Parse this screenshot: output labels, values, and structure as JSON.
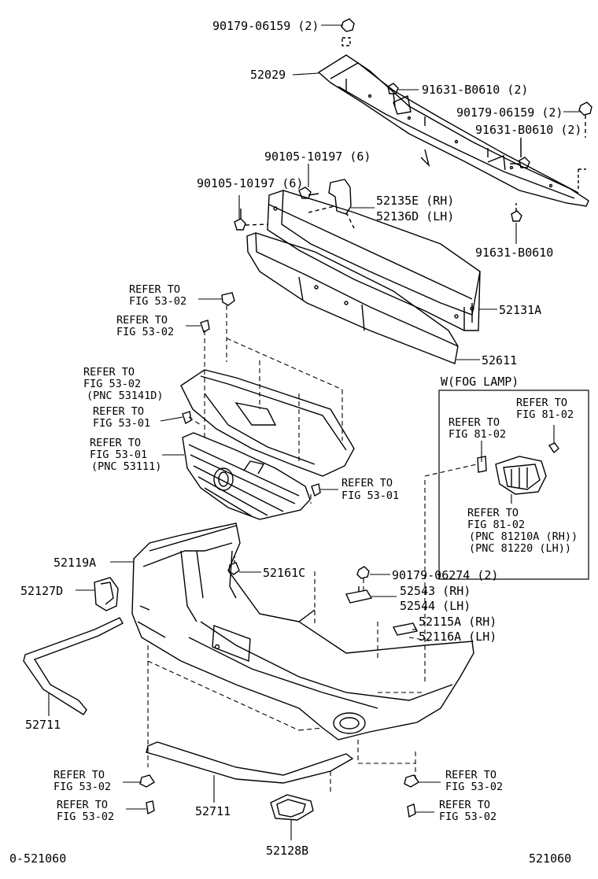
{
  "labels": {
    "nut_90179_06159_top": "90179-06159 (2)",
    "reinforcement_52029": "52029",
    "bolt_91631_b0610_top": "91631-B0610 (2)",
    "nut_90179_06159_right": "90179-06159 (2)",
    "bolt_91631_b0610_mid": "91631-B0610 (2)",
    "bolt_90105_10197_a": "90105-10197 (6)",
    "bolt_90105_10197_b": "90105-10197 (6)",
    "bracket_52135e": "52135E (RH)",
    "bracket_52136d": "52136D (LH)",
    "bolt_91631_b0610_low": "91631-B0610",
    "reinforcement_52131a": "52131A",
    "absorber_52611": "52611",
    "fog_lamp_heading": "W(FOG LAMP)",
    "part_52119a": "52119A",
    "part_52161c": "52161C",
    "part_52127d": "52127D",
    "nut_90179_06274": "90179-06274 (2)",
    "retainer_52543": "52543 (RH)",
    "retainer_52544": "52544 (LH)",
    "support_52115a": "52115A (RH)",
    "support_52116a": "52116A (LH)",
    "moulding_52711_left": "52711",
    "moulding_52711_bottom": "52711",
    "cover_52128b": "52128B",
    "footer_left": "0-521060",
    "footer_right": "521060"
  },
  "refers": {
    "r1": [
      "REFER TO",
      "FIG 53-02"
    ],
    "r2": [
      "REFER TO",
      "FIG 53-02"
    ],
    "r3": [
      "REFER TO",
      "FIG 53-02",
      "(PNC 53141D)"
    ],
    "r4": [
      "REFER TO",
      "FIG 53-01"
    ],
    "r5": [
      "REFER TO",
      "FIG 53-01",
      "(PNC 53111)"
    ],
    "r6": [
      "REFER TO",
      "FIG 53-01"
    ],
    "r7": [
      "REFER TO",
      "FIG 81-02"
    ],
    "r8": [
      "REFER TO",
      "FIG 81-02"
    ],
    "r9": [
      "REFER TO",
      "FIG 81-02",
      "(PNC 81210A (RH))",
      "(PNC 81220 (LH))"
    ],
    "r10": [
      "REFER TO",
      "FIG 53-02"
    ],
    "r11": [
      "REFER TO",
      "FIG 53-02"
    ],
    "r12": [
      "REFER TO",
      "FIG 53-02"
    ],
    "r13": [
      "REFER TO",
      "FIG 53-02"
    ]
  }
}
